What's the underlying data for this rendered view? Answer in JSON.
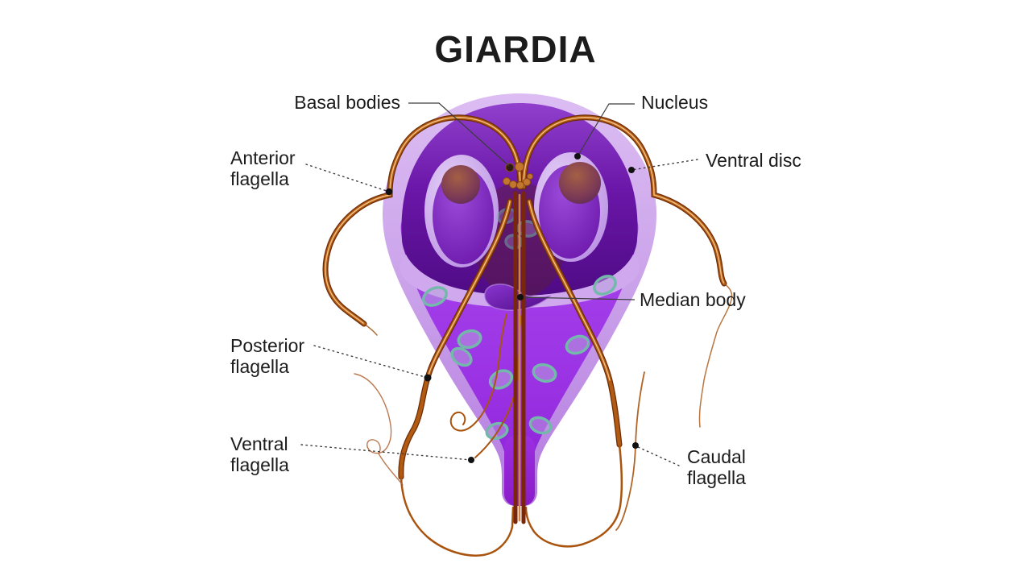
{
  "title": "GIARDIA",
  "labels": {
    "basal_bodies": {
      "line1": "Basal bodies",
      "line2": ""
    },
    "nucleus": {
      "line1": "Nucleus",
      "line2": ""
    },
    "anterior_flagella": {
      "line1": "Anterior",
      "line2": "flagella"
    },
    "ventral_disc": {
      "line1": "Ventral disc",
      "line2": ""
    },
    "median_body": {
      "line1": "Median body",
      "line2": ""
    },
    "posterior_flagella": {
      "line1": "Posterior",
      "line2": "flagella"
    },
    "ventral_flagella": {
      "line1": "Ventral",
      "line2": "flagella"
    },
    "caudal_flagella": {
      "line1": "Caudal",
      "line2": "flagella"
    }
  },
  "colors": {
    "background": "#ffffff",
    "text": "#1c1c1c",
    "leader_line": "#3c3c3c",
    "marker_dot": "#111111",
    "cell_rim": "#c9a0e9",
    "ventral_disc": "#5c1095",
    "cell_body": "#9a32e4",
    "nucleus_outer": "#c4a0e8",
    "nucleus_inner": "#7b1cc2",
    "nucleus_core": "#8a4545",
    "flagella": "#b05a12",
    "flagella_dark": "#6e2c06",
    "flagella_highlight": "#f2bf83",
    "vesicle": "#74b8ab"
  }
}
